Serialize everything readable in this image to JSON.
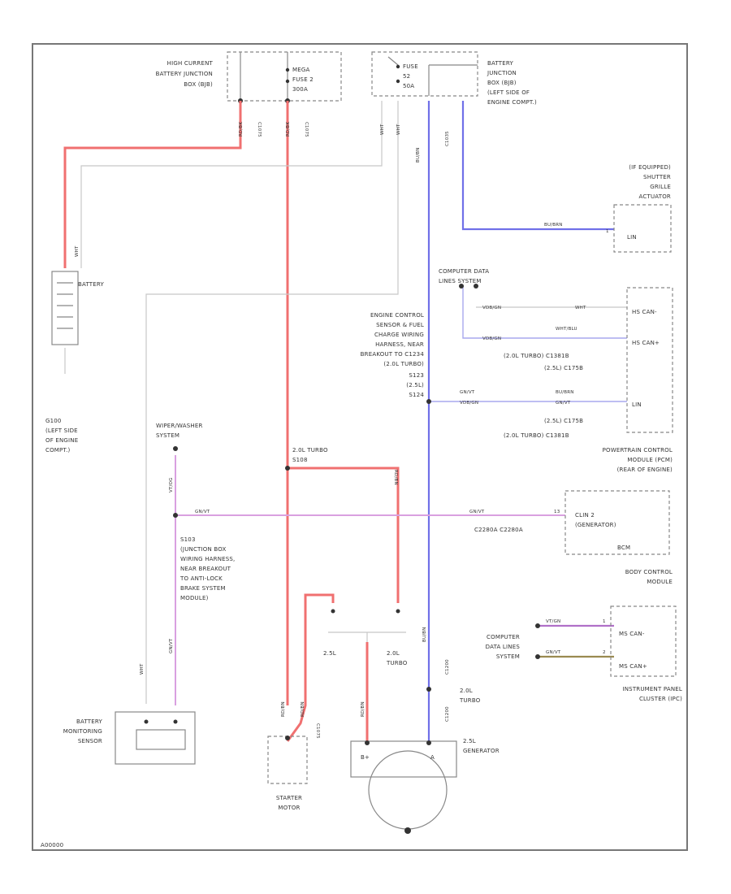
{
  "components": {
    "hcbjb": [
      "HIGH CURRENT",
      "BATTERY JUNCTION",
      "BOX (BJB)"
    ],
    "mega_fuse": [
      "MEGA",
      "FUSE 2",
      "300A"
    ],
    "bjb": [
      "BATTERY",
      "JUNCTION",
      "BOX (BJB)",
      "(LEFT SIDE OF",
      "ENGINE COMPT.)"
    ],
    "fuse_f": [
      "FUSE",
      "52",
      "50A"
    ],
    "shutter": [
      "(IF EQUIPPED)",
      "SHUTTER",
      "GRILLE",
      "ACTUATOR"
    ],
    "shutter_conn": "LIN",
    "battery": "BATTERY",
    "g100": [
      "G100",
      "(LEFT SIDE",
      "OF ENGINE",
      "COMPT.)"
    ],
    "cdl_top": [
      "COMPUTER DATA",
      "LINES SYSTEM"
    ],
    "pcm": [
      "POWERTRAIN CONTROL",
      "MODULE (PCM)",
      "(REAR OF ENGINE)"
    ],
    "pcm_pins": [
      "HS CAN-",
      "HS CAN+",
      "LIN"
    ],
    "ecs_harness": [
      "ENGINE CONTROL",
      "SENSOR & FUEL",
      "CHARGE WIRING",
      "HARNESS, NEAR",
      "BREAKOUT TO C1234",
      "(2.0L TURBO)"
    ],
    "splice_s1": [
      "S123",
      "(2.5L)",
      "S124"
    ],
    "pcm_rows": [
      "(2.0L TURBO)    C1381B",
      "(2.5L)         C175B",
      "(2.0L TURBO)    C1381B",
      "(2.5L)         C175B"
    ],
    "wiper": [
      "WIPER/WASHER",
      "SYSTEM"
    ],
    "s103": [
      "S103",
      "(JUNCTION BOX",
      "WIRING HARNESS,",
      "NEAR BREAKOUT",
      "TO ANTI-LOCK",
      "BRAKE SYSTEM",
      "MODULE)"
    ],
    "bcm": [
      "BODY CONTROL",
      "MODULE"
    ],
    "bcm_pin": [
      "CLIN 2",
      "(GENERATOR)"
    ],
    "bcm_conn": "C2280A",
    "bcm_side": "BCM",
    "bcm_row": "C2280A    C2280A",
    "cdl_bottom": [
      "COMPUTER",
      "DATA LINES",
      "SYSTEM"
    ],
    "ipc": [
      "INSTRUMENT PANEL",
      "CLUSTER (IPC)"
    ],
    "ipc_pins": [
      "MS CAN-",
      "MS CAN+"
    ],
    "bms": [
      "BATTERY",
      "MONITORING",
      "SENSOR"
    ],
    "starter": [
      "STARTER",
      "MOTOR"
    ],
    "generator": "GENERATOR",
    "gen_variant": "2.5L",
    "gen_terminals": [
      "B+",
      "A"
    ],
    "turbo_label": [
      "2.0L",
      "TURBO"
    ],
    "s2_turbo": [
      "2.0L TURBO",
      "S108"
    ],
    "bottom_split": [
      "2.5L",
      "2.0L",
      "TURBO"
    ],
    "footnote": "2.0L",
    "page_id": "A00000"
  },
  "wire_labels": {
    "red1": "RD/BK",
    "red2": "RD/BK",
    "c_top1": "C1075",
    "c_top2": "C1075",
    "wht": "WHT",
    "bu_left": "WHT",
    "blue_vert": "BU/BN",
    "c_blue": "C1035",
    "shutter_wire": "BU/BRN",
    "shutter_pin": "1",
    "gray_wht": "WHT",
    "cdl_pin1": "WHT",
    "cdl_pin2": "WHT/BLU",
    "cdl_conn1": "VDB/GN",
    "cdl_conn2": "VDB/GN",
    "hs_wire": "GN/VT",
    "hs_wire2": "VDB/GN",
    "hs_wire3": "BU/BRN",
    "hs_wire4": "GN/VT",
    "violet_l": "GN/VT",
    "violet_r": "GN/VT",
    "bcm_pin": "13",
    "bcm_conn_lbl": "C2280A",
    "c2280": "C2280A",
    "c_pin_left": "VT/OG",
    "c_pin_left2": "GN/VT",
    "red_gen": "RD/BN",
    "red_turbo": "RD/BN",
    "red_st1": "RD/BN",
    "red_st2": "RD/BN",
    "ipc_w1": "VT/GN",
    "ipc_w2": "GN/VT",
    "ipc_pin1": "1",
    "ipc_pin2": "2",
    "blue_gen": "BU/BN",
    "s2_lbl": "C1200",
    "s2_lbl2": "C1200",
    "bms_w1": "WHT",
    "bms_w2": "GN/VT",
    "starter_c": "C1075"
  },
  "colors": {
    "power": "#f07070",
    "lin": "#7070e8",
    "can": "#b070c8",
    "ground": "#c8c8c8"
  }
}
